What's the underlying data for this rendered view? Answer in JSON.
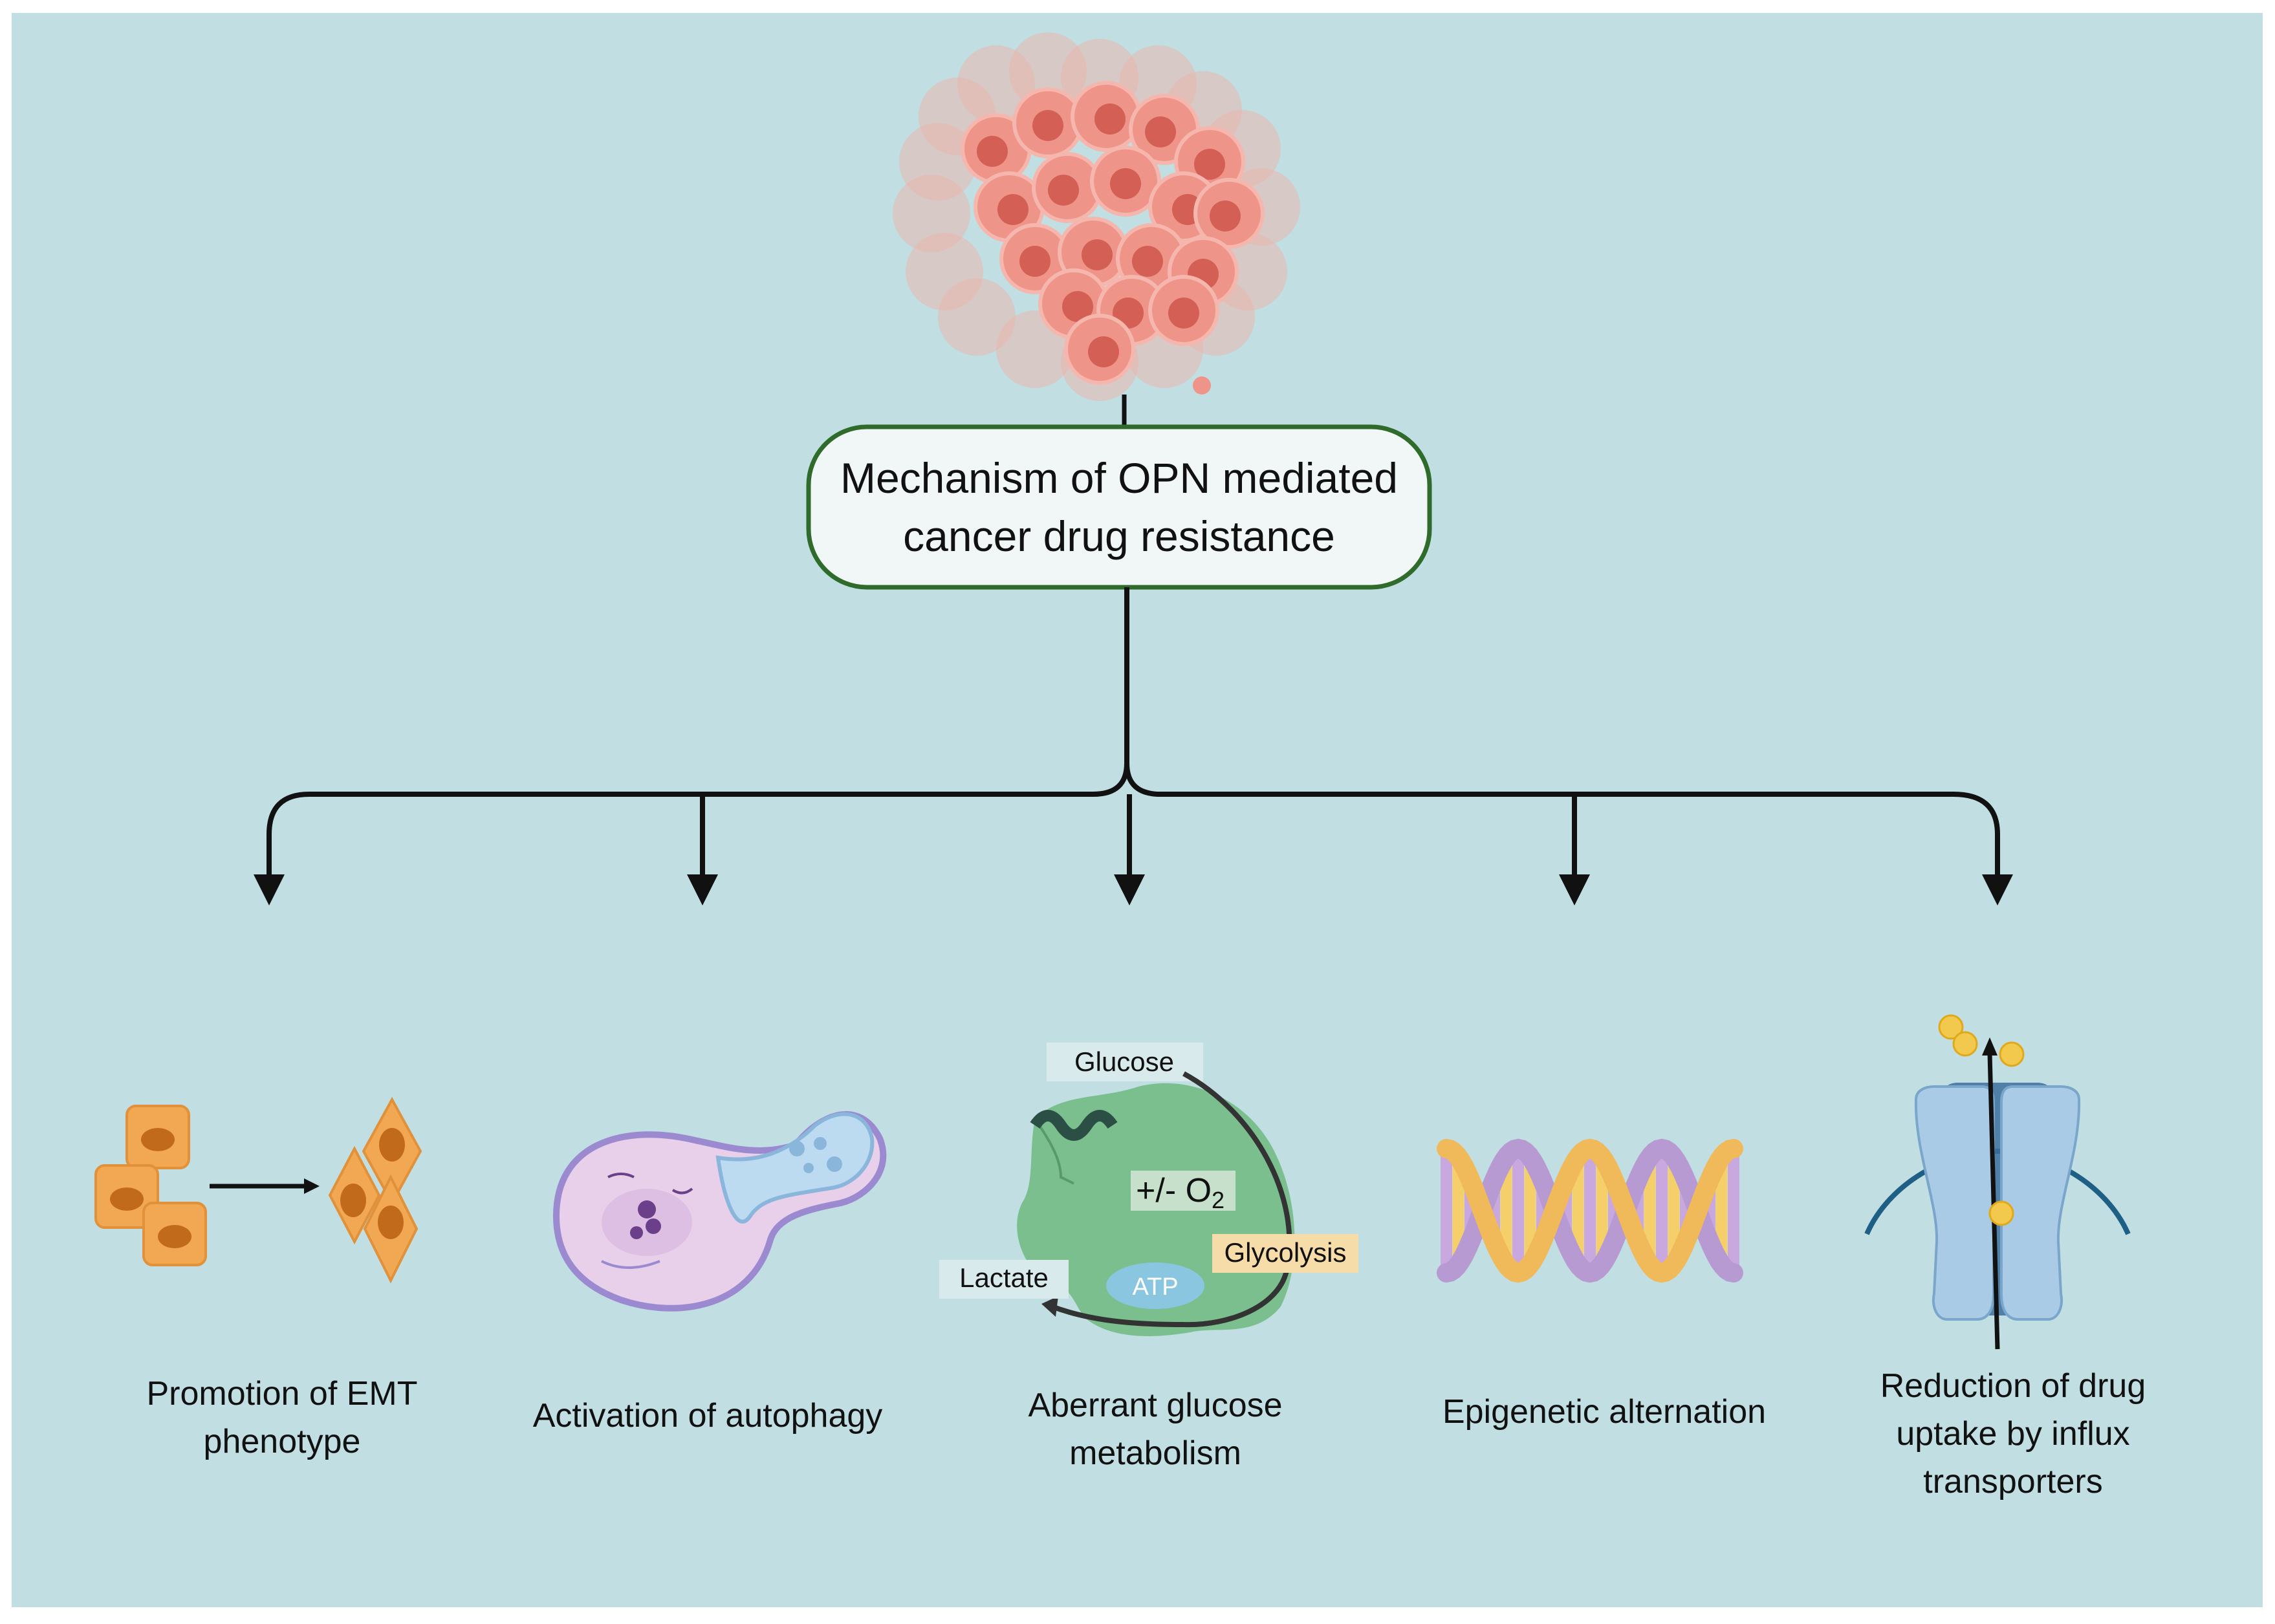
{
  "center": {
    "title_line1": "Mechanism of OPN mediated",
    "title_line2": "cancer drug resistance"
  },
  "mechanisms": [
    {
      "line1": "Promotion of EMT",
      "line2": "phenotype",
      "icon": "emt-cells-icon"
    },
    {
      "line1": "Activation of autophagy",
      "icon": "autophagy-cell-icon"
    },
    {
      "line1": "Aberrant glucose",
      "line2": "metabolism",
      "icon": "glucose-metabolism-cell-icon"
    },
    {
      "line1": "Epigenetic alternation",
      "icon": "dna-helix-icon"
    },
    {
      "line1": "Reduction of  drug",
      "line2": "uptake by influx",
      "line3": "transporters",
      "icon": "influx-transporter-icon"
    }
  ],
  "metabolism_labels": {
    "glucose": "Glucose",
    "oxygen": "+/- O",
    "oxygen_sub": "2",
    "glycolysis": "Glycolysis",
    "lactate": "Lactate",
    "atp": "ATP"
  },
  "colors": {
    "background": "#c1dfe3",
    "box_border": "#2f6b2a",
    "box_fill": "#f1f7f6",
    "tumor": "#ec8a80",
    "emt_cell": "#f2a853",
    "metabolism_cell": "#7bbf8e",
    "dna_purple": "#b89ad3",
    "dna_yellow": "#f5cf6a",
    "transporter": "#a9cbe6"
  }
}
